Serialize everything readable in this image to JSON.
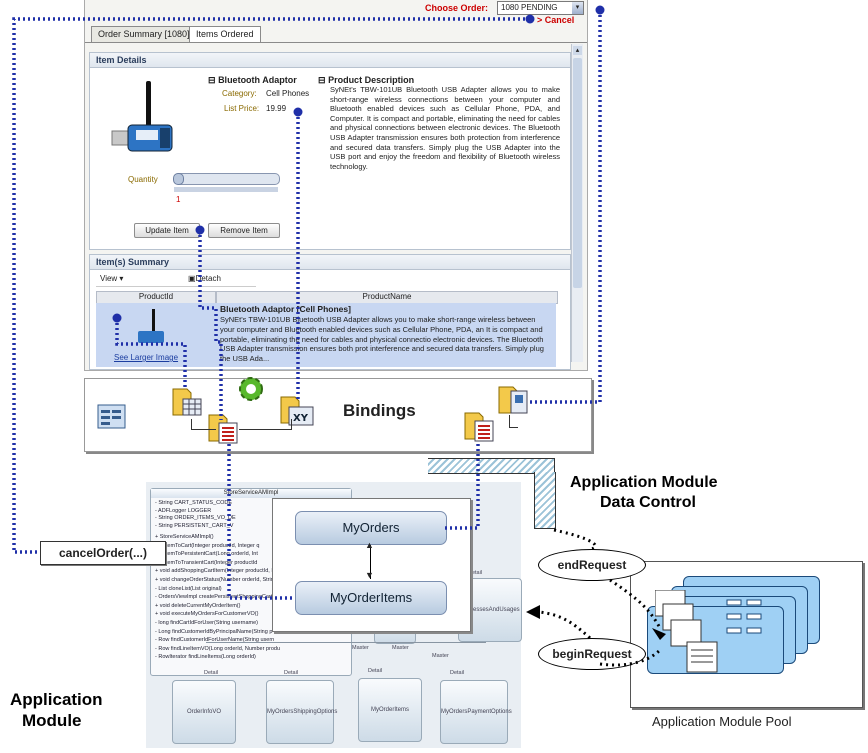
{
  "screen": {
    "choose_order_label": "Choose Order:",
    "choose_order_value": "1080 PENDING",
    "cancel_link": "> Cancel",
    "tabs": [
      "Order Summary [1080]",
      "Items Ordered"
    ],
    "item_details": {
      "header": "Item Details",
      "product_name": "Bluetooth Adaptor",
      "category_label": "Category:",
      "category_value": "Cell Phones",
      "price_label": "List Price:",
      "price_value": "19.99",
      "quantity_label": "Quantity",
      "quantity_value": "1",
      "description_title": "Product Description",
      "description": "SyNEt's TBW-101UB Bluetooth USB Adapter allows you to make short-range wireless connections between your computer and Bluetooth enabled devices such as Cellular Phone, PDA, and Computer. It is compact and portable, eliminating the need for cables and physical connections between electronic devices. The Bluetooth USB Adapter transmission ensures both protection from interference and secured data transfers. Simply plug the USB Adapter into the USB port and enjoy the freedom and flexibility of Bluetooth wireless technology.",
      "update_button": "Update Item",
      "remove_button": "Remove Item"
    },
    "items_summary": {
      "header": "Item(s) Summary",
      "view_menu": "View",
      "detach_button": "Detach",
      "col_product_id": "ProductId",
      "col_product_name": "ProductName",
      "row_link": "See Larger Image",
      "row_title": "Bluetooth Adaptor [Cell Phones]",
      "row_text": "SyNEt's TBW-101UB Bluetooth USB Adapter allows you to make short-range wireless between your computer and Bluetooth enabled devices such as Cellular Phone, PDA, an It is compact and portable, eliminating the need for cables and physical connectio electronic devices. The Bluetooth USB Adapter transmission ensures both prot interference and secured data transfers. Simply plug the USB Ada..."
    }
  },
  "bindings_label": "Bindings",
  "data_control_label_1": "Application Module",
  "data_control_label_2": "Data Control",
  "cancel_order_label": "cancelOrder(...)",
  "view_objects": [
    "MyOrders",
    "MyOrderItems"
  ],
  "end_request_label": "endRequest",
  "begin_request_label": "beginRequest",
  "pool_label": "Application Module Pool",
  "app_module_label_1": "Application",
  "app_module_label_2": "Module",
  "uml": {
    "class_title": "StoreServiceAMImpl",
    "fields": [
      "- String CART_STATUS_CODE",
      "- ADFLogger LOGGER",
      "- String ORDER_ITEMS_VO_DE",
      "- String PERSISTENT_CART_V"
    ],
    "methods": [
      "+ StoreServiceAMImpl()",
      "+ ...ItemToCart(Integer productId, Integer q",
      "+ ...ItemToPersistentCart(Long orderId, Int",
      "+ ...ItemToTransientCart(Integer productId",
      "+ void addShoppingCartItem(Integer productId, In",
      "+ void changeOrderStatus(Number orderId, String",
      "- List cloneList(List original)",
      "- OrdersViewImpl createPersistentShoppingCart",
      "+ void deleteCurrentMyOrderItem()",
      "+ void executeMyOrdersForCustomerVO()",
      "- long findCartIdForUser(String username)",
      "- Long findCustomerIdByPrincipalName(String p",
      "- Row findCustomerIdForUserName(String usern",
      "- Row findLineItemVO(Long orderId, Number produ",
      "- RowIterator findLineItems(Long orderId)"
    ],
    "bottom_boxes": [
      "OrderInfoVO",
      "MyOrdersShippingOptions",
      "MyOrderItems",
      "MyOrdersPaymentOptions"
    ],
    "right_box": "AddressesAndUsages",
    "link_labels": [
      "Master",
      "Master",
      "Master",
      "Detail",
      "Detail",
      "Detail",
      "Detail",
      "Detail"
    ]
  },
  "colors": {
    "dotted_line": "#1f2fa8",
    "cancel_red": "#cc0000",
    "pool_card": "#9fd0f4"
  }
}
